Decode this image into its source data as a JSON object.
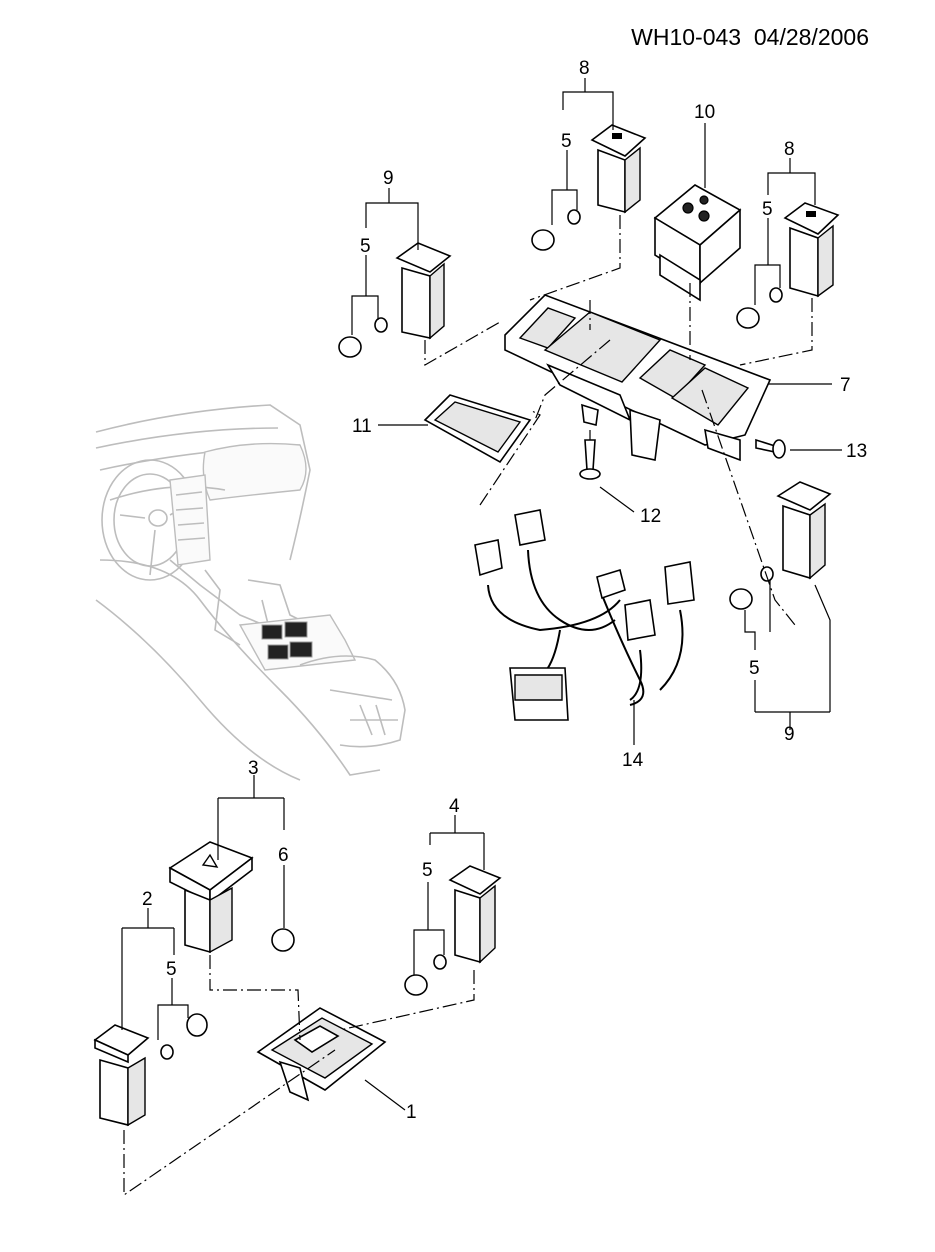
{
  "header": {
    "diagram_code": "WH10-043",
    "date": "04/28/2006"
  },
  "callouts": [
    {
      "id": "c1",
      "text": "1"
    },
    {
      "id": "c2",
      "text": "2"
    },
    {
      "id": "c3",
      "text": "3"
    },
    {
      "id": "c4",
      "text": "4"
    },
    {
      "id": "c5a",
      "text": "5"
    },
    {
      "id": "c5b",
      "text": "5"
    },
    {
      "id": "c5c",
      "text": "5"
    },
    {
      "id": "c5d",
      "text": "5"
    },
    {
      "id": "c5e",
      "text": "5"
    },
    {
      "id": "c5f",
      "text": "5"
    },
    {
      "id": "c6",
      "text": "6"
    },
    {
      "id": "c7",
      "text": "7"
    },
    {
      "id": "c8a",
      "text": "8"
    },
    {
      "id": "c8b",
      "text": "8"
    },
    {
      "id": "c9a",
      "text": "9"
    },
    {
      "id": "c9b",
      "text": "9"
    },
    {
      "id": "c10",
      "text": "10"
    },
    {
      "id": "c11",
      "text": "11"
    },
    {
      "id": "c12",
      "text": "12"
    },
    {
      "id": "c13",
      "text": "13"
    },
    {
      "id": "c14",
      "text": "14"
    }
  ]
}
